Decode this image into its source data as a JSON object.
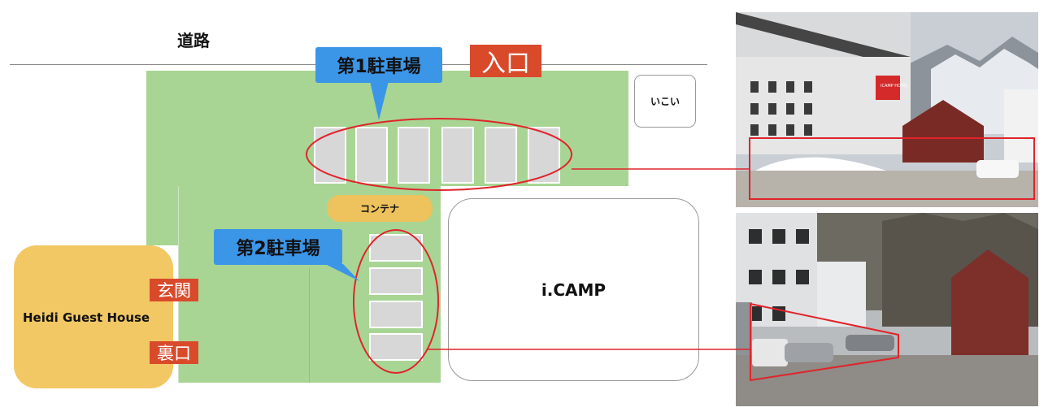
{
  "map": {
    "road_label": "道路",
    "parking1_label": "第1駐車場",
    "parking2_label": "第2駐車場",
    "entrance_label": "入口",
    "ikoi_label": "いこい",
    "container_label": "コンテナ",
    "icamp_label": "i.CAMP",
    "heidi_label": "Heidi Guest House",
    "front_door_label": "玄関",
    "back_door_label": "裏口"
  },
  "photos": {
    "photo1_sign": "ICAMP HOTEL"
  },
  "colors": {
    "lot_green": "#a8d594",
    "callout_blue": "#3b96e8",
    "accent_red": "#d94a2b",
    "highlight_red": "#e0242a",
    "container_yellow": "#eec25c",
    "heidi_yellow": "#f2c864",
    "slot_gray": "#d7d7d7"
  }
}
